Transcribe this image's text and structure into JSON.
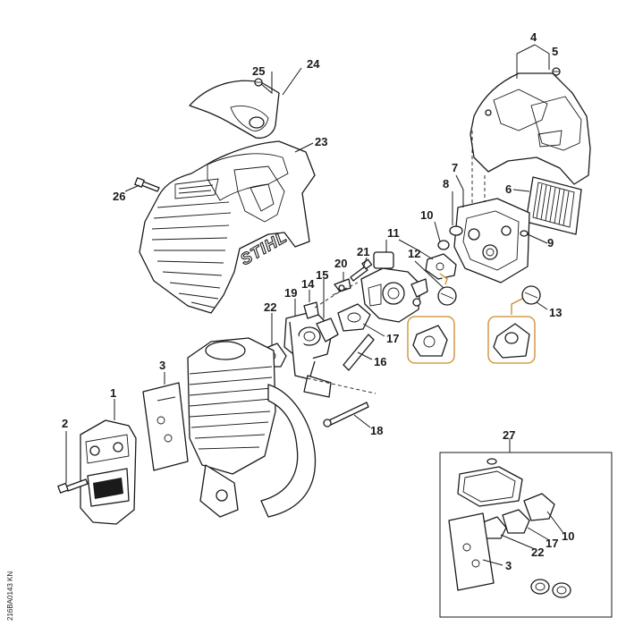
{
  "brand_mark": "STIHL",
  "drawing_ref": "216BA0143 KN",
  "callouts": {
    "c1": "1",
    "c2": "2",
    "c3": "3",
    "c3b": "3",
    "c4": "4",
    "c5": "5",
    "c6": "6",
    "c7": "7",
    "c8": "8",
    "c9": "9",
    "c10": "10",
    "c10b": "10",
    "c11": "11",
    "c12": "12",
    "c13": "13",
    "c14": "14",
    "c15": "15",
    "c16": "16",
    "c17": "17",
    "c17b": "17",
    "c18": "18",
    "c19": "19",
    "c20": "20",
    "c21": "21",
    "c22": "22",
    "c22b": "22",
    "c23": "23",
    "c24": "24",
    "c25": "25",
    "c26": "26",
    "c27": "27"
  }
}
